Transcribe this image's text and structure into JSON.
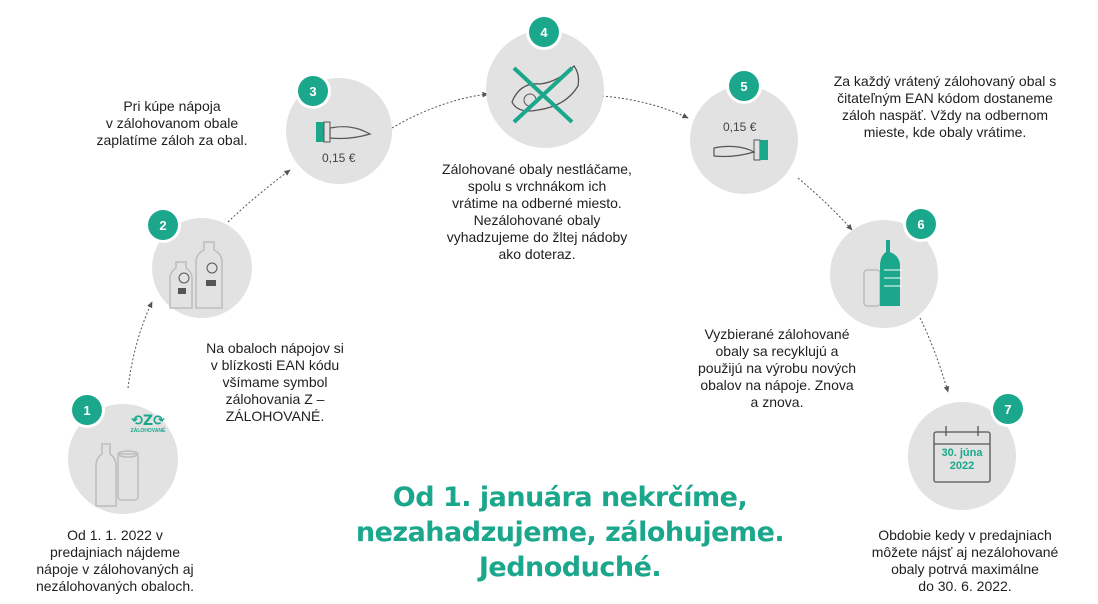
{
  "steps": [
    {
      "number": "1",
      "text": [
        "Od 1. 1. 2022 v",
        "predajniach nájdeme",
        "nápoje v zálohovaných aj",
        "nezálohovaných obaloch."
      ],
      "logo_text": "ZÁLOHOVANÉ"
    },
    {
      "number": "2",
      "text": [
        "Na obaloch nápojov si",
        "v blízkosti EAN kódu",
        "všímame symbol",
        "zálohovania Z –",
        "ZÁLOHOVANÉ."
      ]
    },
    {
      "number": "3",
      "text": [
        "Pri kúpe nápoja",
        "v zálohovanom obale",
        "zaplatíme záloh za obal."
      ],
      "price": "0,15 €"
    },
    {
      "number": "4",
      "text": [
        "Zálohované obaly nestláčame,",
        "spolu s vrchnákom ich",
        "vrátime na odberné miesto.",
        "Nezálohované obaly",
        "vyhadzujeme do žltej nádoby",
        "ako doteraz."
      ]
    },
    {
      "number": "5",
      "text": [
        "Za každý vrátený zálohovaný obal s",
        "čitateľným EAN kódom dostaneme",
        "záloh naspäť. Vždy na odbernom",
        "mieste, kde obaly vrátime."
      ],
      "price": "0,15 €"
    },
    {
      "number": "6",
      "text": [
        "Vyzbierané zálohované",
        "obaly sa recyklujú a",
        "použijú na výrobu nových",
        "obalov na nápoje. Znova",
        "a znova."
      ]
    },
    {
      "number": "7",
      "text": [
        "Obdobie kedy v predajniach",
        "môžete nájsť aj nezálohované",
        "obaly potrvá maximálne",
        "do 30. 6. 2022."
      ],
      "calendar": [
        "30. júna",
        "2022"
      ]
    }
  ],
  "headline": [
    "Od 1. januára nekrčíme,",
    "nezahadzujeme, zálohujeme.",
    "Jednoduché."
  ],
  "colors": {
    "accent": "#1aa78c",
    "circle": "#e2e2e2",
    "text": "#1f1f1f"
  }
}
